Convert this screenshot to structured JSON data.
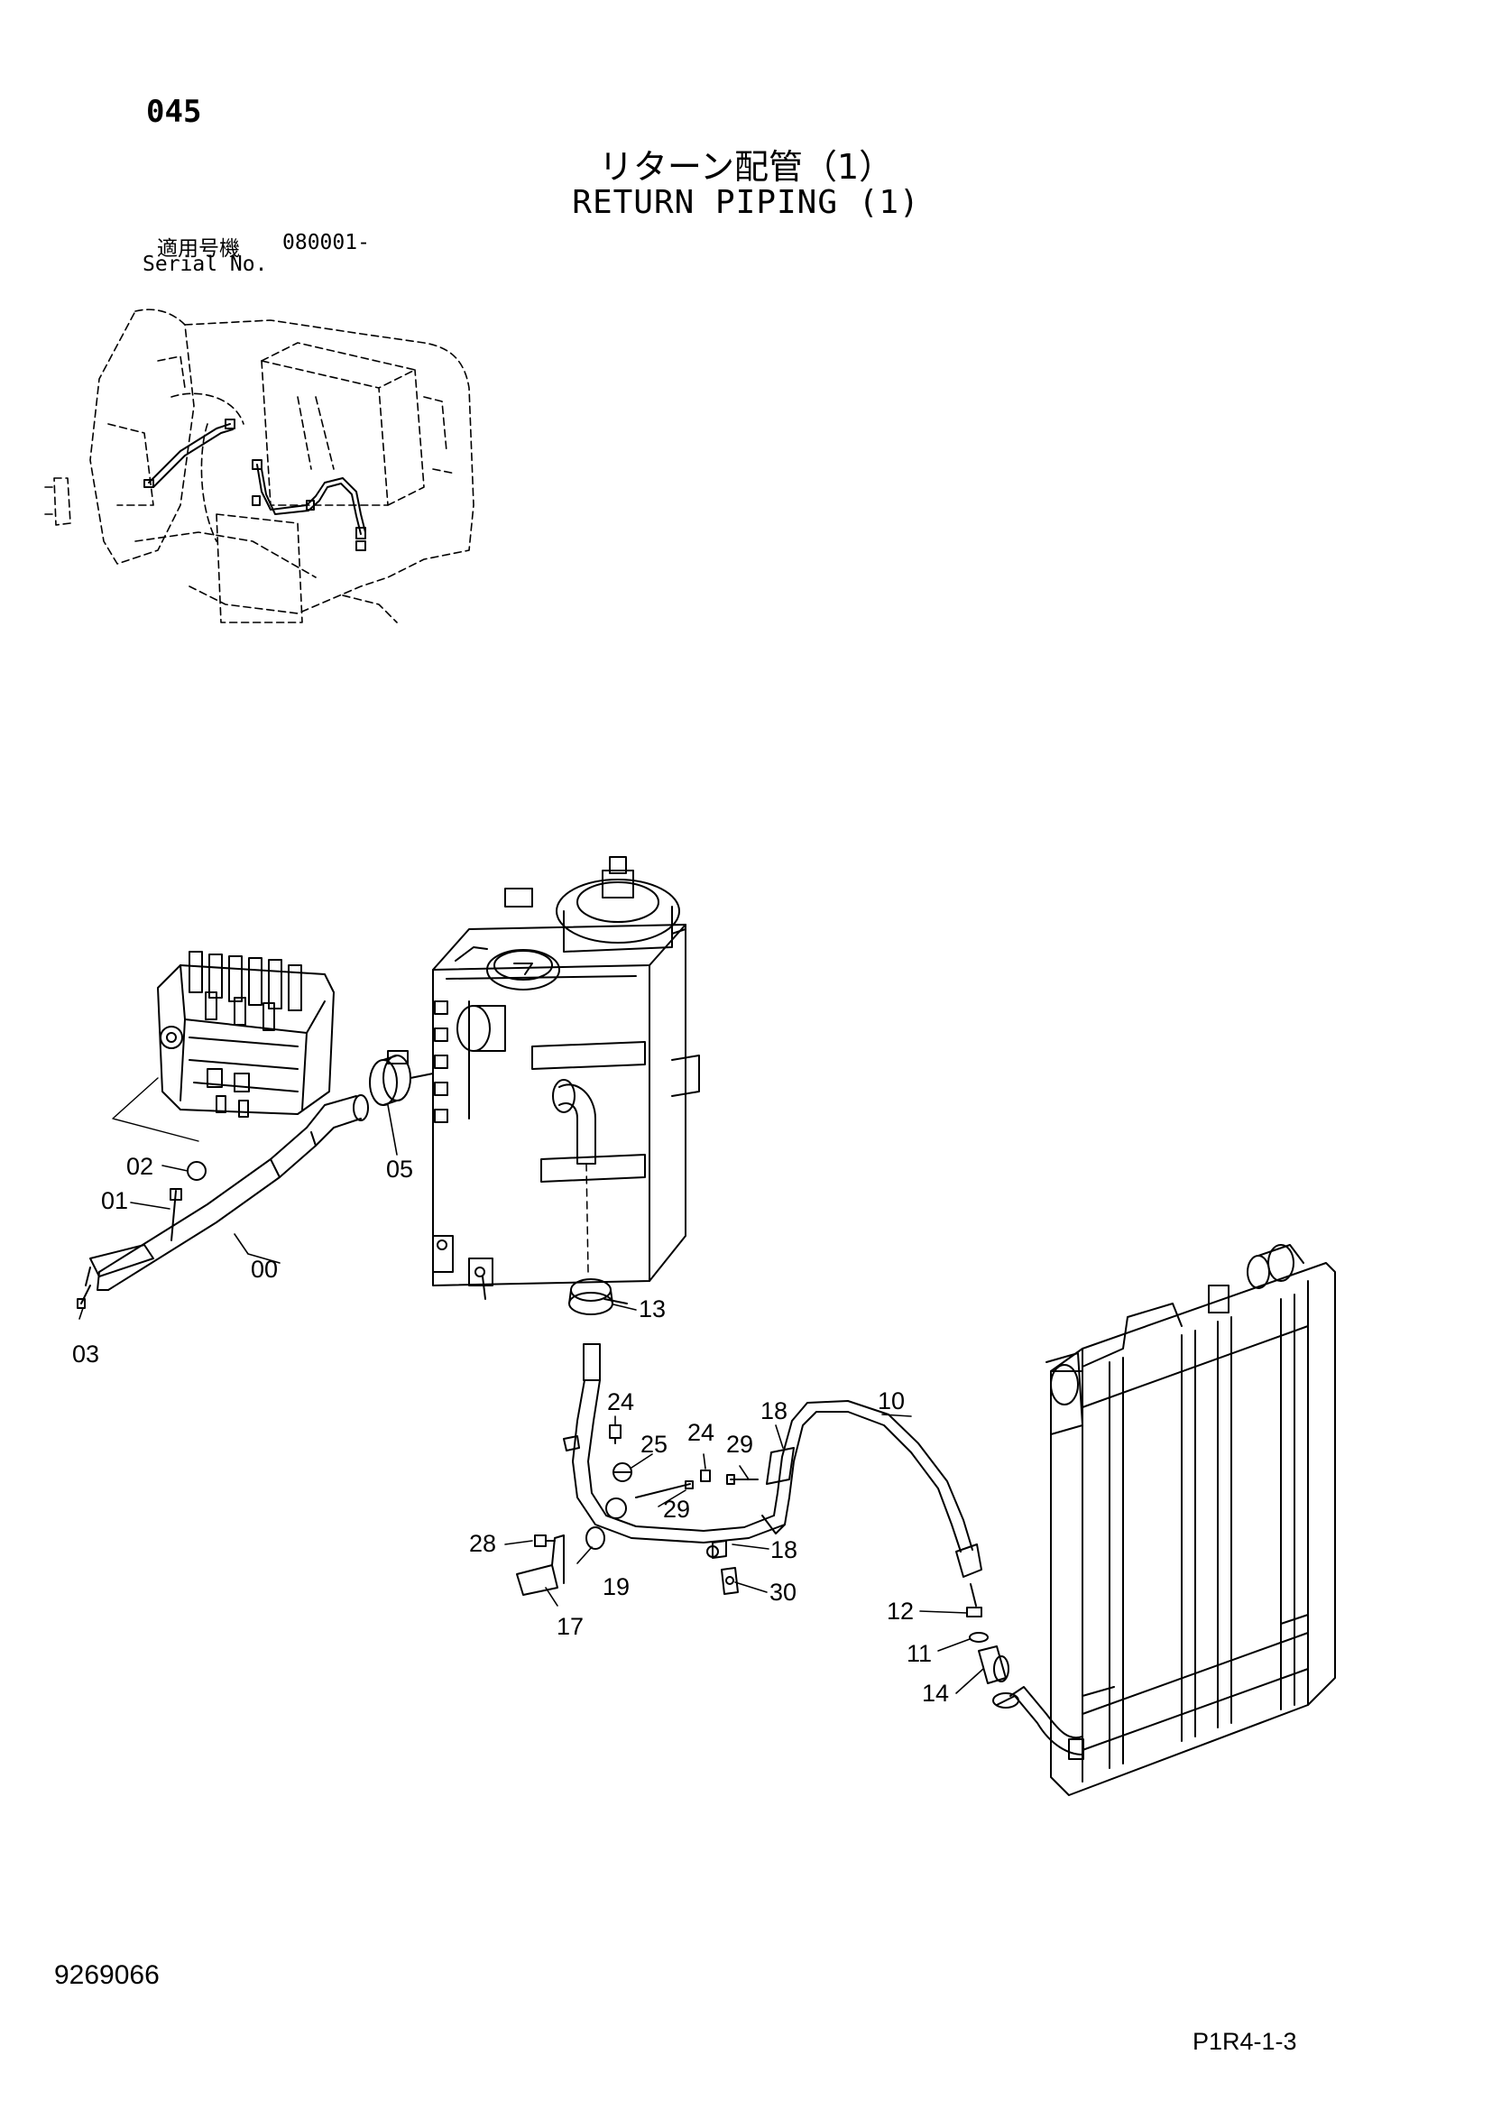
{
  "page_number": "045",
  "title_jp": "リターン配管（1）",
  "title_en": "RETURN PIPING (1)",
  "serial": {
    "label_jp": "適用号機",
    "label_en": "Serial No.",
    "value": "080001-"
  },
  "document_number": "9269066",
  "reference_code": "P1R4-1-3",
  "callouts": [
    "00",
    "01",
    "02",
    "03",
    "05",
    "13",
    "10",
    "24",
    "25",
    "24",
    "29",
    "18",
    "29",
    "18",
    "28",
    "19",
    "17",
    "30",
    "12",
    "11",
    "14"
  ]
}
